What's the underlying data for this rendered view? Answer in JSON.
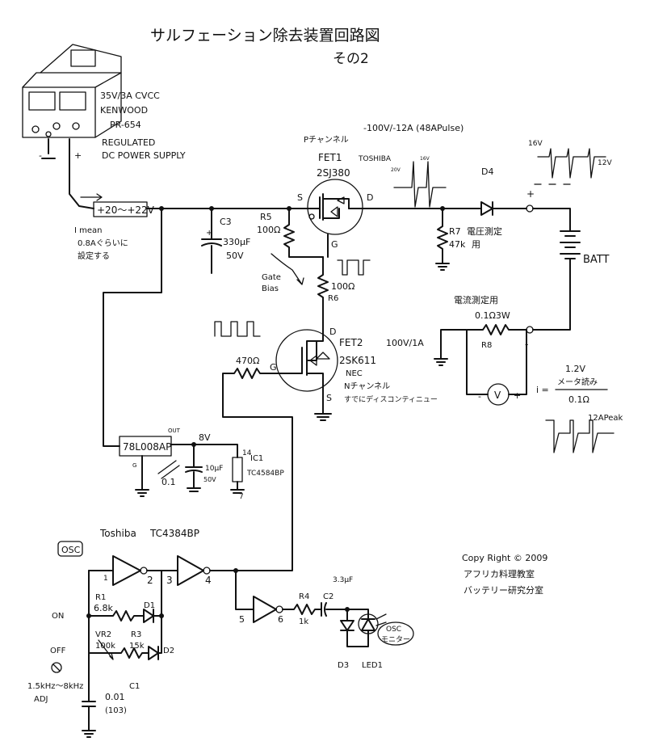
{
  "title": "サルフェーション除去装置回路図",
  "subtitle": "その2",
  "copyright": {
    "line1": "Copy Right © 2009",
    "line2": "アフリカ料理教室",
    "line3": "バッテリー研究分室"
  },
  "power_supply": {
    "spec": "35V/3A CVCC",
    "maker": "KENWOOD",
    "model": "PR-654",
    "desc1": "REGULATED",
    "desc2": "DC POWER SUPPLY",
    "minus": "-",
    "plus": "+"
  },
  "supply_rail": {
    "voltage": "+20～+22V"
  },
  "mean_current": {
    "label": "I mean",
    "value": "0.8Aぐらいに",
    "note": "設定する"
  },
  "c3": {
    "ref": "C3",
    "value": "330μF",
    "voltage": "50V"
  },
  "r5": {
    "ref": "R5",
    "value": "100Ω"
  },
  "r6": {
    "ref": "R6",
    "value": "100Ω"
  },
  "gate_bias": {
    "line1": "Gate",
    "line2": "Bias"
  },
  "fet1": {
    "type": "Pチャンネル",
    "ref": "FET1",
    "maker": "TOSHIBA",
    "part": "2SJ380",
    "rating": "-100V/-12A (48APulse)",
    "s": "S",
    "d": "D",
    "g": "G"
  },
  "fet2": {
    "ref": "FET2",
    "part": "2SK611",
    "maker": "NEC",
    "type": "Nチャンネル",
    "note": "すでにディスコンティニュー",
    "rating": "100V/1A",
    "d": "D",
    "g": "G",
    "s": "S"
  },
  "r_gate": {
    "value": "470Ω"
  },
  "d4": {
    "ref": "D4"
  },
  "r7": {
    "ref": "R7",
    "desc": "電圧測定",
    "value": "47k",
    "suffix": "用"
  },
  "waveform_labels": {
    "v16": "16V",
    "v12": "12V",
    "w20v": "20V",
    "w16v": "16V",
    "peak": "12APeak"
  },
  "battery": {
    "label": "BATT",
    "plus": "+",
    "minus": "-"
  },
  "r8": {
    "desc": "電流測定用",
    "value": "0.1Ω3W",
    "ref": "R8"
  },
  "current_formula": {
    "i": "i =",
    "num_top": "1.2V",
    "num": "メータ読み",
    "den": "0.1Ω"
  },
  "meter": {
    "label": "V"
  },
  "regulator": {
    "part": "78L008AP",
    "out": "OUT",
    "g": "G",
    "volt": "8V"
  },
  "reg_caps": {
    "c_small": "0.1",
    "c_big": "10μF",
    "c_big_v": "50V"
  },
  "ic1": {
    "ref": "IC1",
    "part": "TC4584BP",
    "pin14": "14",
    "pin7": "7"
  },
  "osc": {
    "label": "OSC",
    "maker": "Toshiba",
    "part": "TC4384BP",
    "pin1": "1",
    "pin2": "2",
    "pin3": "3",
    "pin4": "4",
    "pin5": "5",
    "pin6": "6",
    "r1": "R1",
    "r1v": "6.8k",
    "d1": "D1",
    "vr2": "VR2",
    "vr2v": "100k",
    "r3": "R3",
    "r3v": "15k",
    "d2": "D2",
    "on": "ON",
    "off": "OFF",
    "freq": "1.5kHz～8kHz",
    "adj": "ADJ",
    "c1": "C1",
    "c1v": "0.01",
    "c1code": "(103)",
    "r4": "R4",
    "r4v": "1k",
    "c2": "C2",
    "c2v": "3.3μF",
    "d3": "D3",
    "led": "LED1",
    "mon1": "OSC",
    "mon2": "モニター"
  }
}
